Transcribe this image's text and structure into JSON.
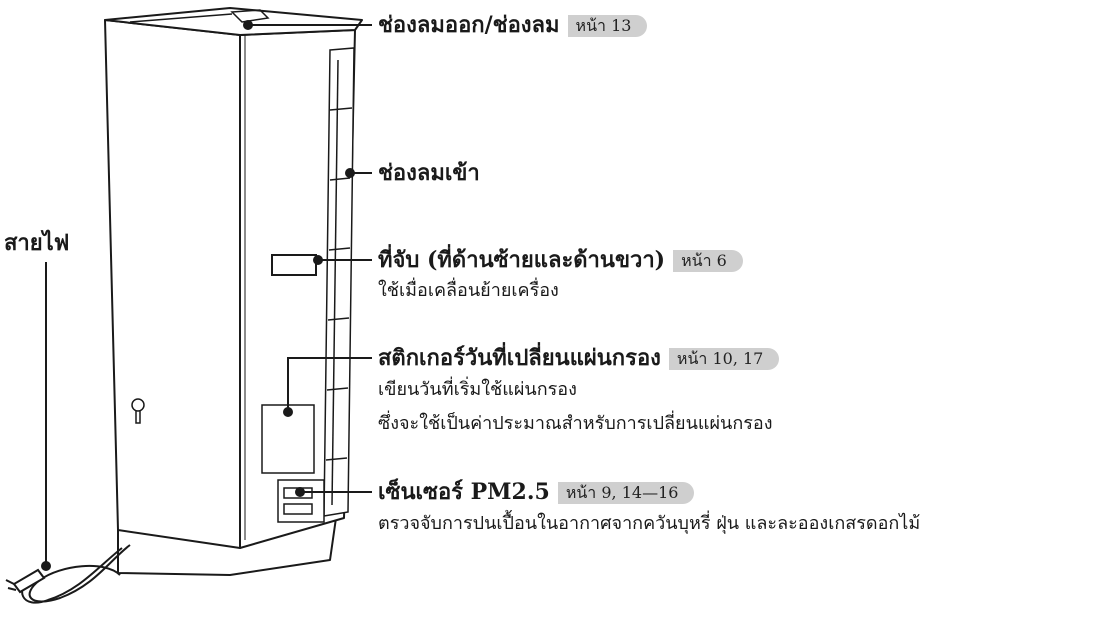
{
  "callouts": [
    {
      "label": "ช่องลมออก/ช่องลม",
      "page": "หน้า 13",
      "desc": []
    },
    {
      "label": "ช่องลมเข้า",
      "page": "",
      "desc": []
    },
    {
      "label": "ที่จับ (ที่ด้านซ้ายและด้านขวา)",
      "page": "หน้า 6",
      "desc": [
        "ใช้เมื่อเคลื่อนย้ายเครื่อง"
      ]
    },
    {
      "label": "สติกเกอร์วันที่เปลี่ยนแผ่นกรอง",
      "page": "หน้า 10, 17",
      "desc": [
        "เขียนวันที่เริ่มใช้แผ่นกรอง",
        "ซึ่งจะใช้เป็นค่าประมาณสำหรับการเปลี่ยนแผ่นกรอง"
      ]
    },
    {
      "label": "เซ็นเซอร์ PM2.5",
      "page": "หน้า 9, 14—16",
      "desc": [
        "ตรวจจับการปนเปื้อนในอากาศจากควันบุหรี่ ฝุ่น และละอองเกสรดอกไม้"
      ]
    }
  ],
  "power_cord": {
    "label": "สายไฟ"
  },
  "colors": {
    "line": "#1a1a1a",
    "badge": "#cfcfcf"
  }
}
